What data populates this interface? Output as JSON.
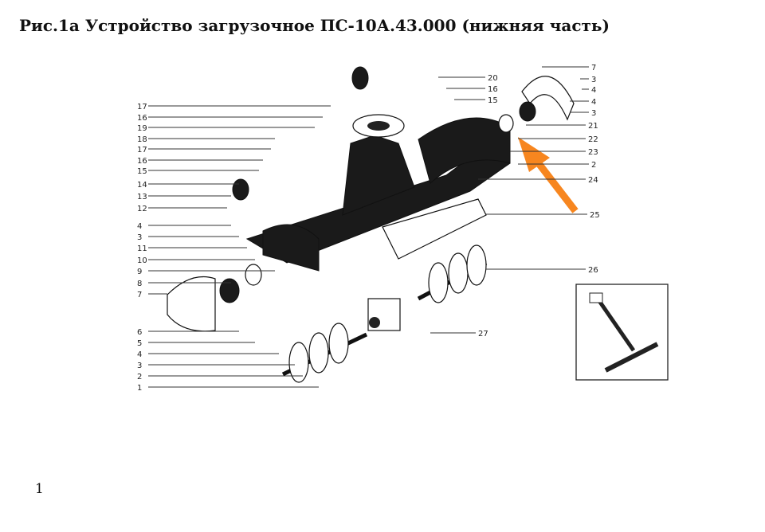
{
  "title": "Рис.1а Устройство загрузочное ПС-10А.43.000 (нижняя часть)",
  "page_number": "1",
  "accent_color": "#f7861f",
  "callouts_left": [
    "17",
    "16",
    "19",
    "18",
    "17",
    "16",
    "15",
    "14",
    "13",
    "12",
    "4",
    "3",
    "11",
    "10",
    "9",
    "8",
    "7",
    "6",
    "5",
    "4",
    "3",
    "2",
    "1"
  ],
  "callouts_right": [
    "20",
    "16",
    "15",
    "7",
    "3",
    "4",
    "4",
    "3",
    "21",
    "22",
    "23",
    "2",
    "24",
    "25",
    "26",
    "27"
  ]
}
